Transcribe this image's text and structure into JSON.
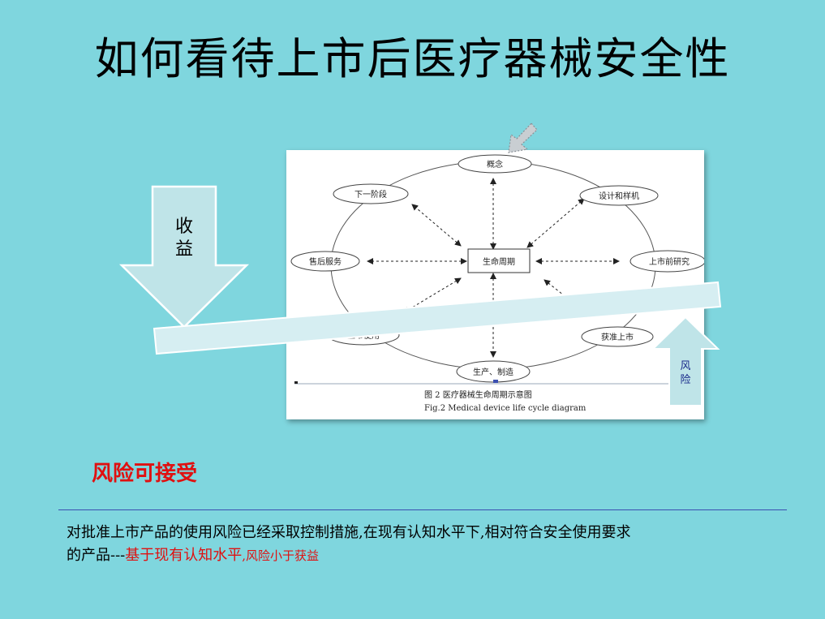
{
  "title": "如何看待上市后医疗器械安全性",
  "benefit_arrow": {
    "label_line1": "收",
    "label_line2": "益"
  },
  "risk_arrow": {
    "label_line1": "风",
    "label_line2": "险"
  },
  "diagram": {
    "center": "生命周期",
    "nodes": {
      "top": "概念",
      "top_right": "设计和样机",
      "right": "上市前研究",
      "bottom_right": "获准上市",
      "bottom": "生产、制造",
      "bottom_left": "上市使用",
      "left": "售后服务",
      "top_left": "下一阶段"
    },
    "caption_zh": "图 2  医疗器械生命周期示意图",
    "caption_en": "Fig.2 Medical device life cycle diagram"
  },
  "accept_text": "风险可接受",
  "description": {
    "line1": "对批准上市产品的使用风险已经采取控制措施,在现有认知水平下,相对符合安全使用要求",
    "line2_prefix": "的产品---",
    "line2_red": "基于现有认知水平",
    "line2_red_small": ",风险小于获益"
  },
  "colors": {
    "background": "#7fd6de",
    "arrow_fill": "#bfe4e8",
    "arrow_stroke": "#ffffff",
    "accent_red": "#e01010",
    "risk_text": "#1a2a8a"
  }
}
